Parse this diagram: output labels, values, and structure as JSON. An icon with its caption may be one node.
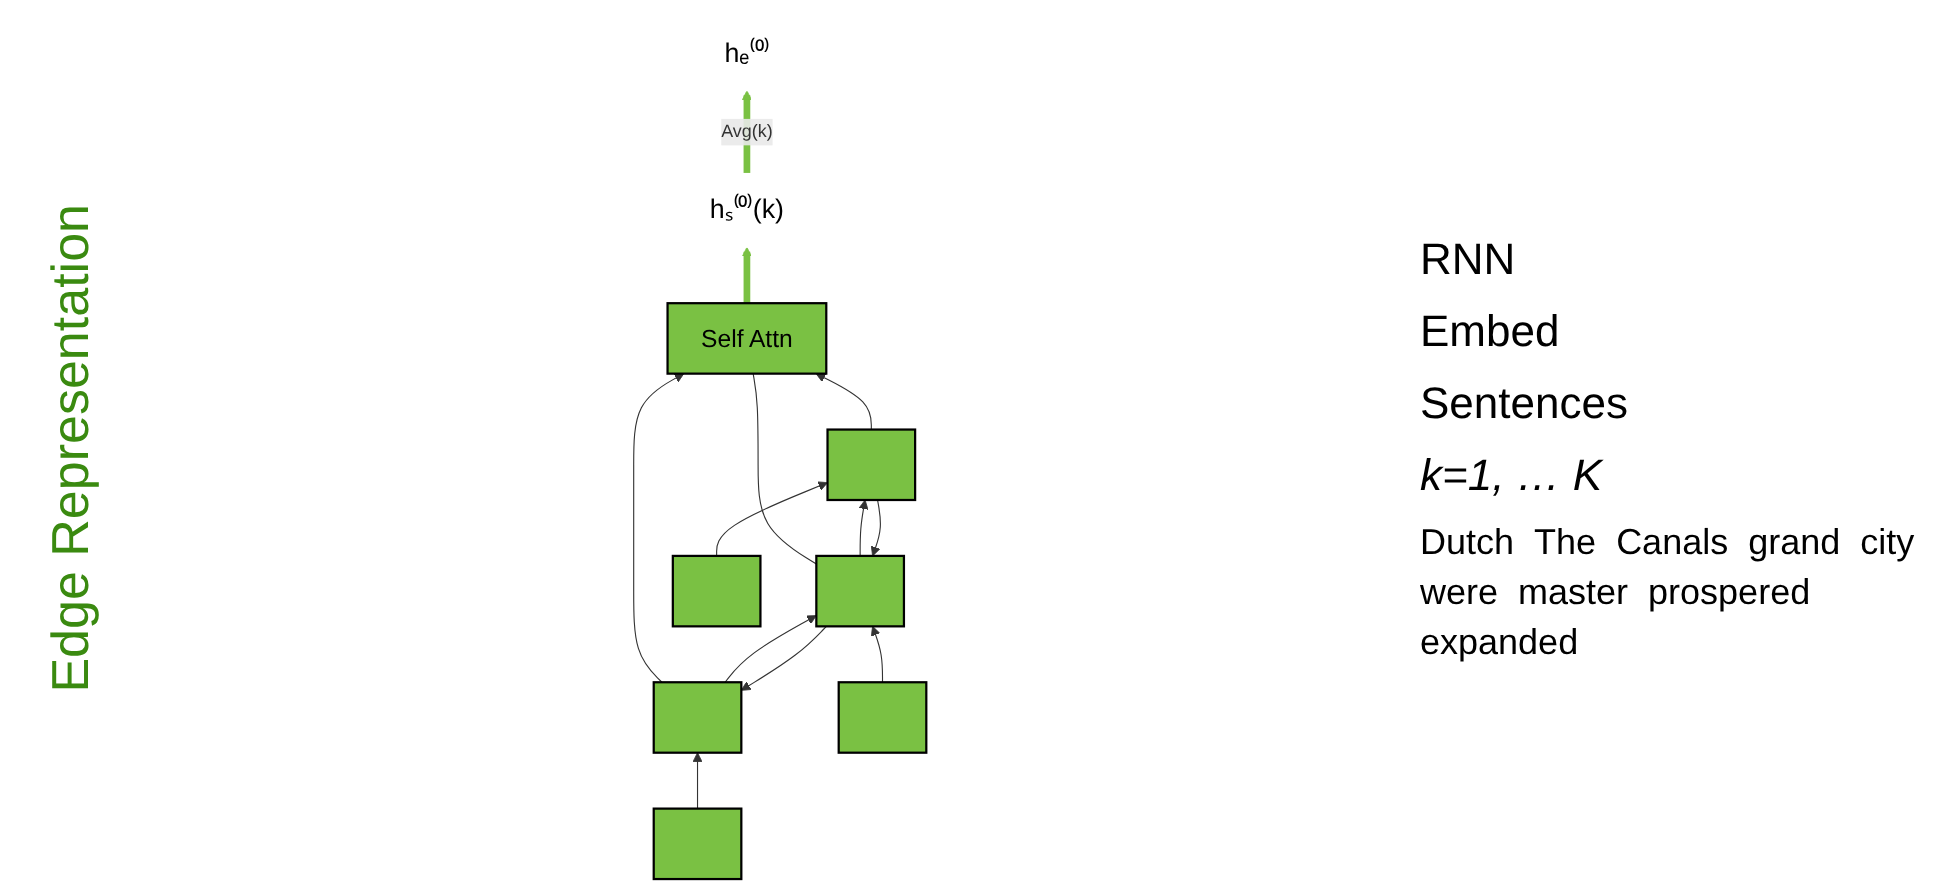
{
  "diagram": {
    "nodes": [
      {
        "text": [
          "Self Attn"
        ]
      },
      {
        "text": [
          "hₛ⁽⁰⁾(k)"
        ]
      },
      {
        "text": [
          "hₑ⁽⁰⁾"
        ]
      },
      {
        "text": [],
        "shape": "box"
      },
      {
        "text": [],
        "shape": "box"
      },
      {
        "text": [],
        "shape": "box"
      },
      {
        "text": [],
        "shape": "box"
      },
      {
        "text": [],
        "shape": "box"
      },
      {
        "text": [],
        "shape": "box"
      }
    ],
    "edges": [
      {
        "from": 0,
        "to": 1,
        "arrow": "to",
        "style": "thick",
        "color": "#7ac143"
      },
      {
        "from": 1,
        "to": 2,
        "arrow": "to",
        "label": "Avg(k)",
        "style": "thick",
        "color": "#7ac143"
      },
      {
        "from": 3,
        "to": 0,
        "arrow": "to"
      },
      {
        "from": 4,
        "to": 0,
        "arrow": "none"
      },
      {
        "from": 5,
        "to": 0,
        "arrow": "to"
      },
      {
        "from": 4,
        "to": 3,
        "arrow": "to"
      },
      {
        "from": 3,
        "to": 4,
        "arrow": "to"
      },
      {
        "from": 5,
        "to": 4,
        "arrow": "to"
      },
      {
        "from": 4,
        "to": 5,
        "arrow": "to"
      },
      {
        "from": 6,
        "to": 3,
        "arrow": "to"
      },
      {
        "from": 7,
        "to": 4,
        "arrow": "to"
      },
      {
        "from": 8,
        "to": 5,
        "arrow": "to"
      }
    ],
    "labels": [
      "Edge Representation",
      "RNN",
      "Embed",
      "Sentences",
      "k=1, … K",
      "Dutch",
      "The",
      "Canals",
      "grand",
      "city",
      "were",
      "master",
      "prospered",
      "expanded"
    ]
  }
}
